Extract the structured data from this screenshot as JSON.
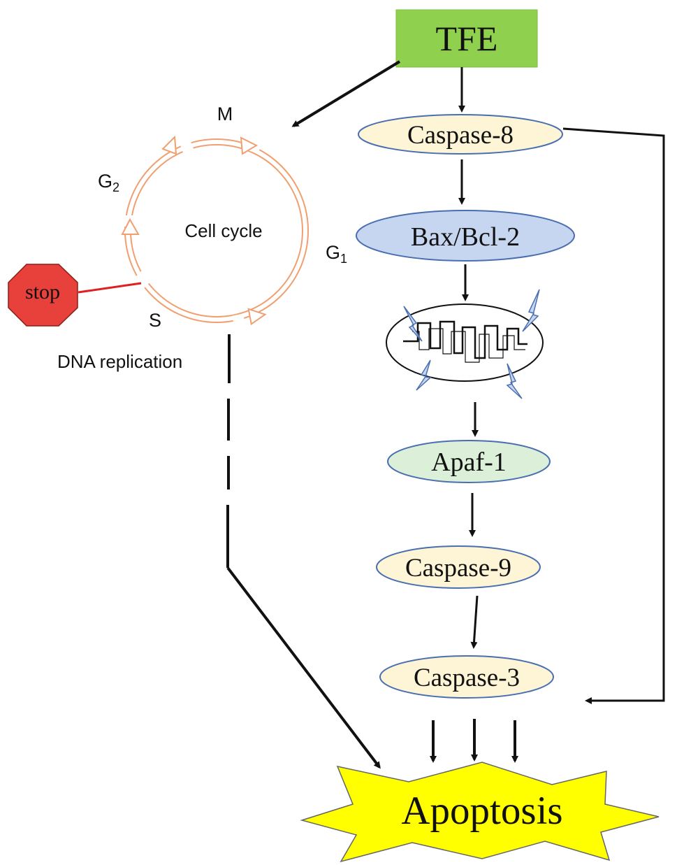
{
  "trigger": {
    "label": "TFE",
    "fill": "#8fd14f"
  },
  "pathway": {
    "caspase8": {
      "label": "Caspase-8",
      "fill": "#fdf5d5"
    },
    "bax_bcl2": {
      "label": "Bax/Bcl-2",
      "fill": "#c7d6f0"
    },
    "apaf1": {
      "label": "Apaf-1",
      "fill": "#dcefd9"
    },
    "caspase9": {
      "label": "Caspase-9",
      "fill": "#fdf5d5"
    },
    "caspase3": {
      "label": "Caspase-3",
      "fill": "#fdf5d5"
    }
  },
  "cell_cycle": {
    "title": "Cell cycle",
    "phase_m": "M",
    "phase_g2_letter": "G",
    "phase_g2_sub": "2",
    "phase_g1_letter": "G",
    "phase_g1_sub": "1",
    "phase_s": "S",
    "arrow_color": "#f0a070"
  },
  "stop_sign": {
    "label": "stop",
    "fill": "#e8403a"
  },
  "dna_replication": "DNA replication",
  "outcome": {
    "label": "Apoptosis",
    "fill": "#ffff00"
  },
  "mitochondrion_icon": "mitochondrion-icon"
}
